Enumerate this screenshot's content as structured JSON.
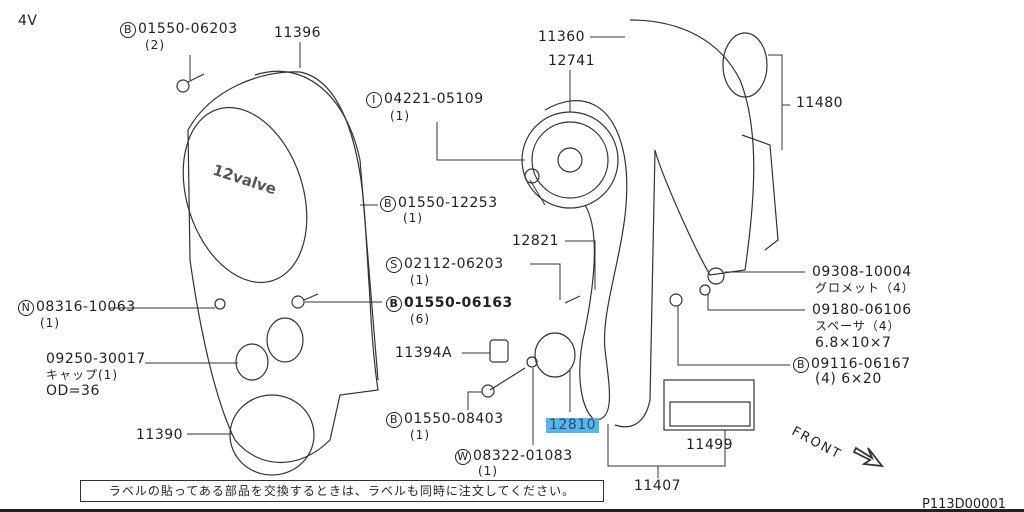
{
  "diagram": {
    "variant": "4V",
    "cover_text": "12valve",
    "parts": [
      {
        "id": "p1",
        "symbol": "B",
        "number": "01550-06203",
        "qty": "(2)"
      },
      {
        "id": "p2",
        "number": "11396"
      },
      {
        "id": "p3",
        "number": "11360"
      },
      {
        "id": "p4",
        "number": "12741"
      },
      {
        "id": "p5",
        "symbol": "I",
        "number": "04221-05109",
        "qty": "(1)"
      },
      {
        "id": "p6",
        "number": "11480"
      },
      {
        "id": "p7",
        "symbol": "B",
        "number": "01550-12253",
        "qty": "(1)"
      },
      {
        "id": "p8",
        "number": "12821"
      },
      {
        "id": "p9",
        "symbol": "S",
        "number": "02112-06203",
        "qty": "(1)"
      },
      {
        "id": "p10",
        "number": "09308-10004",
        "desc": "グロメット（4）"
      },
      {
        "id": "p11",
        "symbol": "N",
        "number": "08316-10063",
        "qty": "(1)"
      },
      {
        "id": "p12",
        "symbol": "B",
        "number": "01550-06163",
        "qty": "(6)"
      },
      {
        "id": "p13",
        "number": "09180-06106",
        "desc": "スペーサ（4）",
        "spec": "6.8×10×7"
      },
      {
        "id": "p14",
        "number": "11394A"
      },
      {
        "id": "p15",
        "number": "09250-30017",
        "desc": "キャップ(1)",
        "spec": "OD=36"
      },
      {
        "id": "p16",
        "symbol": "B",
        "number": "09116-06167",
        "qty": "(4) 6×20"
      },
      {
        "id": "p17",
        "symbol": "B",
        "number": "01550-08403",
        "qty": "(1)"
      },
      {
        "id": "p18",
        "number": "12810",
        "highlighted": true
      },
      {
        "id": "p19",
        "number": "11390"
      },
      {
        "id": "p20",
        "number": "11499"
      },
      {
        "id": "p21",
        "symbol": "W",
        "number": "08322-01083",
        "qty": "(1)"
      },
      {
        "id": "p22",
        "number": "11407"
      }
    ],
    "front_label": "FRONT",
    "note": "ラベルの貼ってある部品を交換するときは、ラベルも同時に注文してください。",
    "drawing_code": "P113D00001",
    "highlight_color": "#5ab4e6"
  }
}
